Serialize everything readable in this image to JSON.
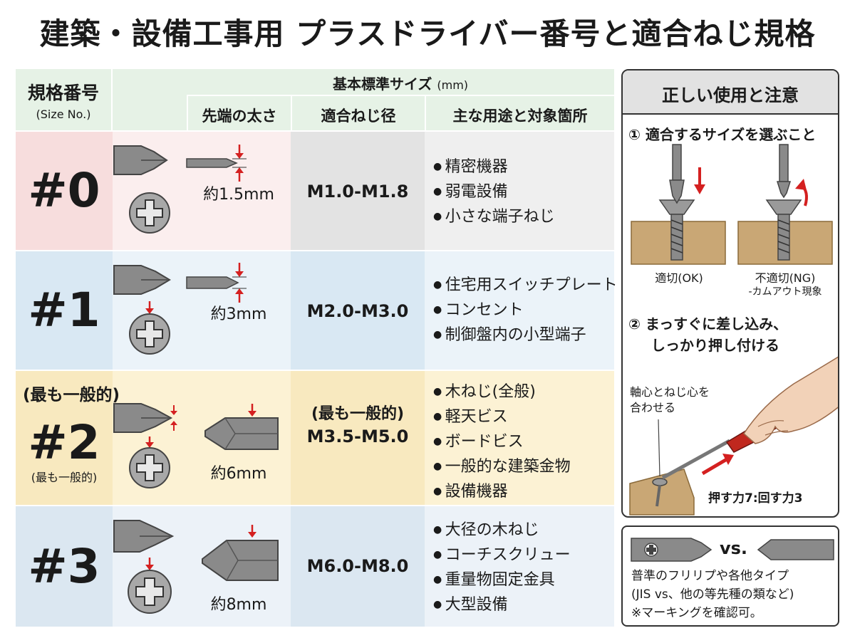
{
  "title": "建築・設備工事用 プラスドライバー番号と適合ねじ規格",
  "header": {
    "size_no": "規格番号",
    "size_no_en": "(Size No.)",
    "basic": "基本標準サイズ",
    "unit": "(mm)",
    "tip": "先端の太さ",
    "diameter": "適合ねじ径",
    "uses": "主な用途と対象箇所"
  },
  "rows": [
    {
      "no": "#0",
      "tip": "約1.5mm",
      "diameter": "M1.0-M1.8",
      "uses": [
        "精密機器",
        "弱電設備",
        "小さな端子ねじ"
      ]
    },
    {
      "no": "#1",
      "tip": "約3mm",
      "diameter": "M2.0-M3.0",
      "uses": [
        "住宅用スイッチプレート",
        "コンセント",
        "制御盤内の小型端子"
      ]
    },
    {
      "no": "#2",
      "note_top": "(最も一般的)",
      "note_bottom": "(最も一般的)",
      "tip": "約6mm",
      "diameter_note": "(最も一般的)",
      "diameter": "M3.5-M5.0",
      "uses": [
        "木ねじ(全般)",
        "軽天ビス",
        "ボードビス",
        "一般的な建築金物",
        "設備機器"
      ]
    },
    {
      "no": "#3",
      "tip": "約8mm",
      "diameter": "M6.0-M8.0",
      "uses": [
        "大径の木ねじ",
        "コーチスクリュー",
        "重量物固定金具",
        "大型設備"
      ]
    }
  ],
  "panel": {
    "title": "正しい使用と注意",
    "step1": "① 適合するサイズを選ぶこと",
    "ok": "適切(OK)",
    "ng": "不適切(NG)",
    "ng_note": "-カムアウト現象",
    "step2_l1": "② まっすぐに差し込み、",
    "step2_l2": "しっかり押し付ける",
    "align_l1": "軸心とねじ心を",
    "align_l2": "合わせる",
    "force": "押す力7:回す力3"
  },
  "note_box": {
    "vs": "vs.",
    "l1": "普準のフリリプや各他タイプ",
    "l2": "(JIS vs、他の等先種の類など)",
    "l3": "※マーキングを確認可。"
  },
  "colors": {
    "arrow": "#d42020",
    "metal": "#8a8a8a",
    "wood": "#c9a775",
    "handle": "#c0281e"
  }
}
